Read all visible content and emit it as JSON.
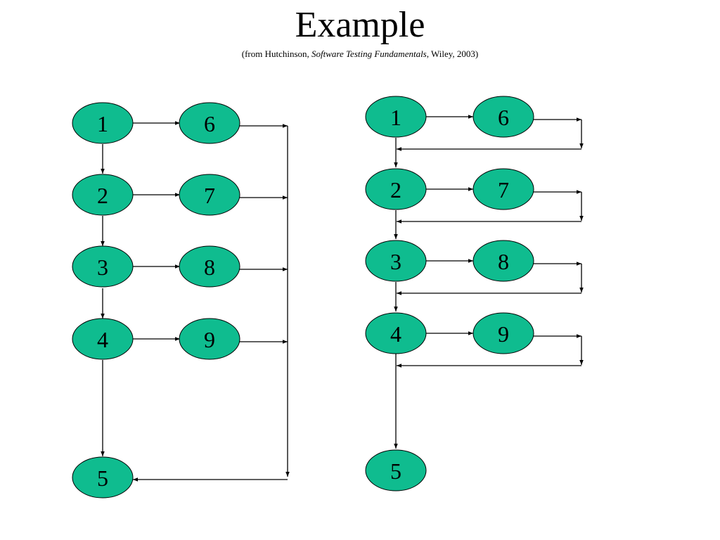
{
  "title": "Example",
  "subtitle": {
    "prefix": "(from Hutchinson, ",
    "book": "Software Testing Fundamentals",
    "suffix": ", Wiley, 2003)"
  },
  "colors": {
    "node_fill": "#0fbc8f",
    "line": "#000000"
  },
  "diagrams": [
    {
      "nodes": [
        "1",
        "2",
        "3",
        "4",
        "5",
        "6",
        "7",
        "8",
        "9"
      ],
      "edges": [
        [
          "1",
          "2"
        ],
        [
          "2",
          "3"
        ],
        [
          "3",
          "4"
        ],
        [
          "4",
          "5"
        ],
        [
          "1",
          "6"
        ],
        [
          "2",
          "7"
        ],
        [
          "3",
          "8"
        ],
        [
          "4",
          "9"
        ],
        [
          "6",
          "5"
        ],
        [
          "7",
          "5"
        ],
        [
          "8",
          "5"
        ],
        [
          "9",
          "5"
        ]
      ]
    },
    {
      "nodes": [
        "1",
        "2",
        "3",
        "4",
        "5",
        "6",
        "7",
        "8",
        "9"
      ],
      "edges": [
        [
          "1",
          "2"
        ],
        [
          "2",
          "3"
        ],
        [
          "3",
          "4"
        ],
        [
          "4",
          "5"
        ],
        [
          "1",
          "6"
        ],
        [
          "2",
          "7"
        ],
        [
          "3",
          "8"
        ],
        [
          "4",
          "9"
        ],
        [
          "6",
          "2"
        ],
        [
          "7",
          "3"
        ],
        [
          "8",
          "4"
        ],
        [
          "9",
          "5"
        ]
      ]
    }
  ]
}
